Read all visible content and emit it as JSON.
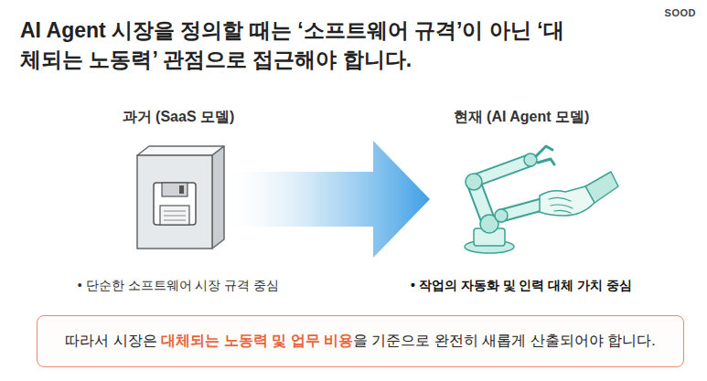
{
  "diagram": {
    "title": "AI Agent 시장을 정의할 때는 ‘소프트웨어 규격’이 아닌 ‘대체되는 노동력’ 관점으로 접근해야 합니다.",
    "nodes": [
      {
        "text": [
          "과거 (SaaS 모델)",
          "• 단순한 소프트웨어 시장 규격 중심"
        ]
      },
      {
        "text": [
          "현재 (AI Agent 모델)",
          "• 작업의 자동화 및 인력 대체 가치 중심"
        ]
      },
      {
        "text": [
          "따라서 시장은",
          "대체되는 노동력 및 업무 비용",
          "을 기준으로 완전히 새롭게 산출되어야 합니다."
        ]
      }
    ],
    "edges": [
      {
        "from": 0,
        "to": 1,
        "arrow": "to"
      }
    ],
    "labels": [
      "SOOD"
    ]
  }
}
